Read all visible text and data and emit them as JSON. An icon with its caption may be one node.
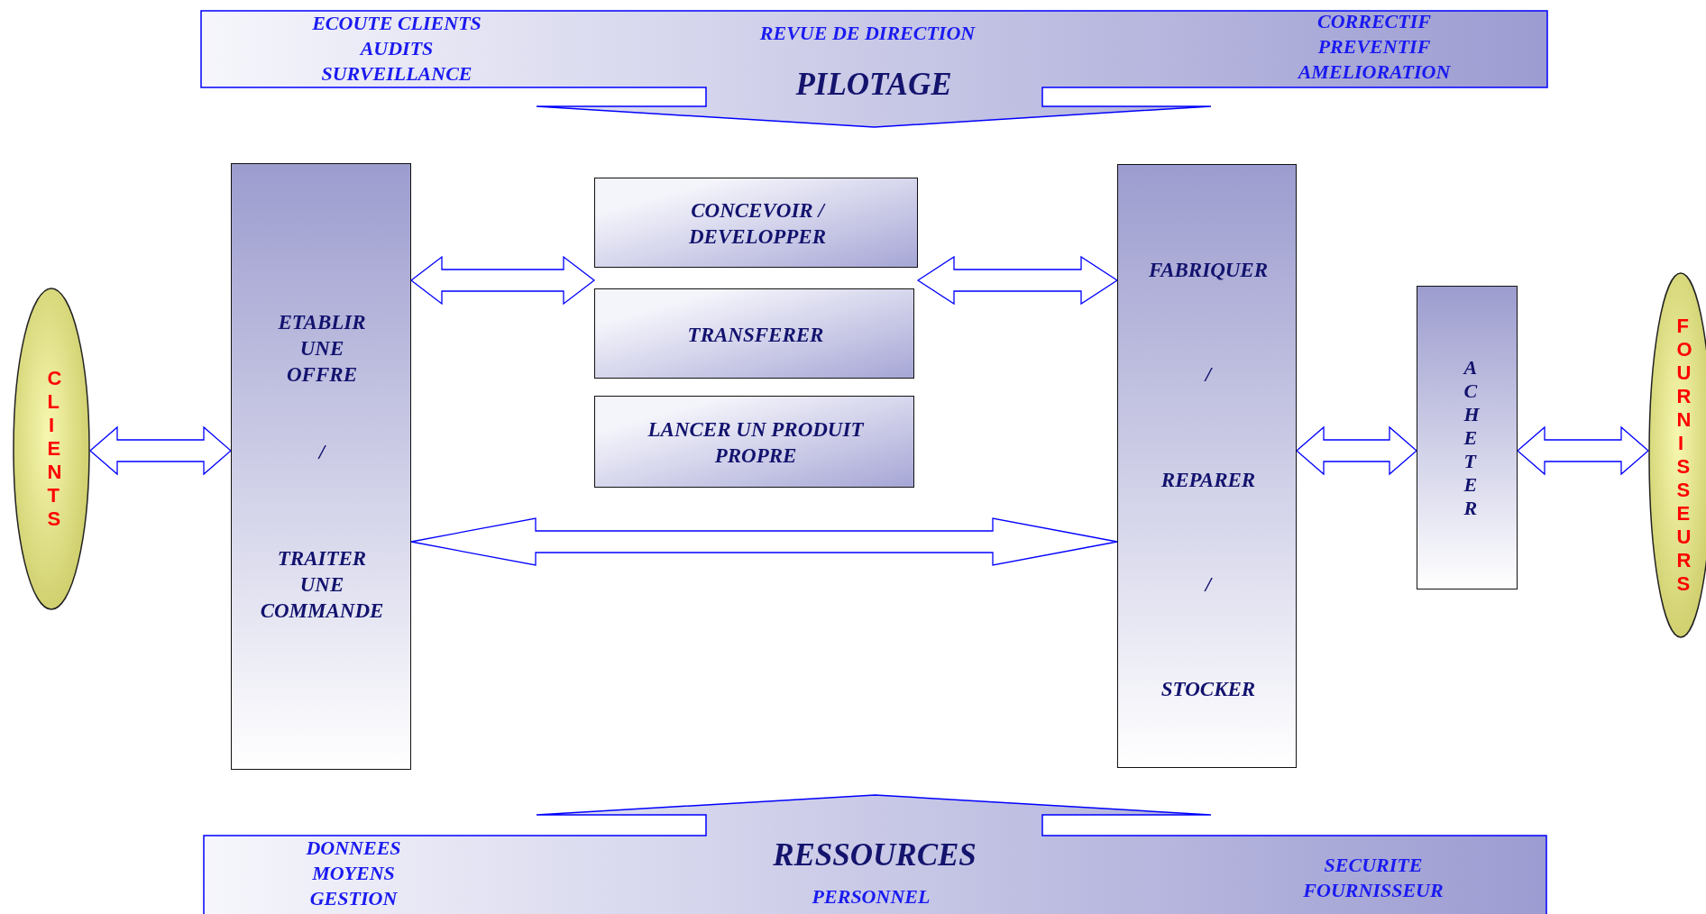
{
  "diagram": {
    "nodes": [
      {
        "text": [
          "ECOUTE CLIENTS AUDITS SURVEILLANCE",
          "REVUE DE DIRECTION",
          "PILOTAGE",
          "CORRECTIF PREVENTIF AMELIORATION"
        ]
      },
      {
        "text": [
          "CLIENTS"
        ]
      },
      {
        "text": [
          "ETABLIR UNE OFFRE",
          "/",
          "TRAITER UNE COMMANDE"
        ]
      },
      {
        "text": [
          "CONCEVOIR / DEVELOPPER"
        ]
      },
      {
        "text": [
          "TRANSFERER"
        ]
      },
      {
        "text": [
          "LANCER UN PRODUIT PROPRE"
        ]
      },
      {
        "text": [
          "FABRIQUER",
          "/",
          "REPARER",
          "/",
          "STOCKER"
        ]
      },
      {
        "text": [
          "ACHETER"
        ]
      },
      {
        "text": [
          "FOURNISSEURS"
        ]
      },
      {
        "text": [
          "DONNEES MOYENS GESTION",
          "RESSOURCES",
          "PERSONNEL",
          "SECURITE FOURNISSEUR"
        ]
      }
    ],
    "edges": [
      {
        "from": 2,
        "to": 3,
        "arrow": "both"
      },
      {
        "from": 3,
        "to": 6,
        "arrow": "both"
      },
      {
        "from": 1,
        "to": 2,
        "arrow": "both"
      },
      {
        "from": 6,
        "to": 7,
        "arrow": "both"
      },
      {
        "from": 7,
        "to": 8,
        "arrow": "both"
      },
      {
        "from": 2,
        "to": 6,
        "arrow": "both"
      }
    ]
  }
}
